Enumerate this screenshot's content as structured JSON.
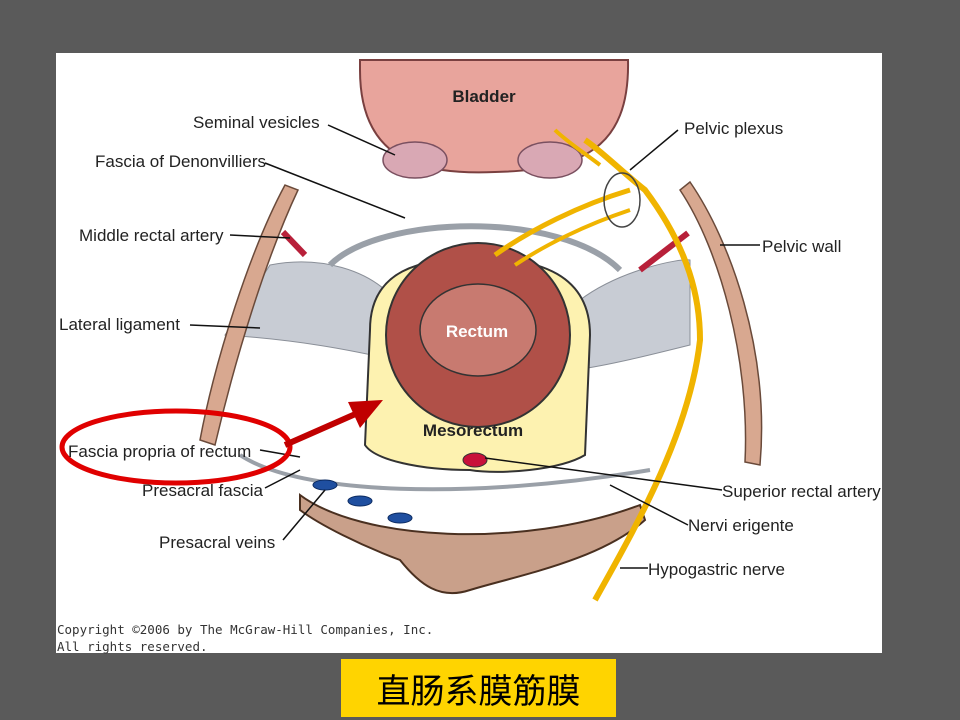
{
  "labels": {
    "bladder": "Bladder",
    "seminal_vesicles": "Seminal vesicles",
    "fascia_denonvilliers": "Fascia of Denonvilliers",
    "middle_rectal_artery": "Middle rectal artery",
    "lateral_ligament": "Lateral ligament",
    "fascia_propria": "Fascia propria of rectum",
    "presacral_fascia": "Presacral fascia",
    "presacral_veins": "Presacral veins",
    "pelvic_plexus": "Pelvic plexus",
    "pelvic_wall": "Pelvic wall",
    "rectum": "Rectum",
    "mesorectum": "Mesorectum",
    "superior_rectal_artery": "Superior rectal artery",
    "nervi_erigente": "Nervi erigente",
    "hypogastric_nerve": "Hypogastric nerve"
  },
  "copyright": {
    "line1": "Copyright ©2006 by The McGraw-Hill Companies, Inc.",
    "line2": "All rights reserved."
  },
  "caption": "直肠系膜筋膜",
  "colors": {
    "background": "#5a5a5a",
    "caption_bg": "#ffd400",
    "highlight": "#e00000",
    "nerve": "#f0b400",
    "rectum": "#b05048",
    "mesorectum": "#fdf2b0",
    "bladder": "#e8a49c"
  }
}
